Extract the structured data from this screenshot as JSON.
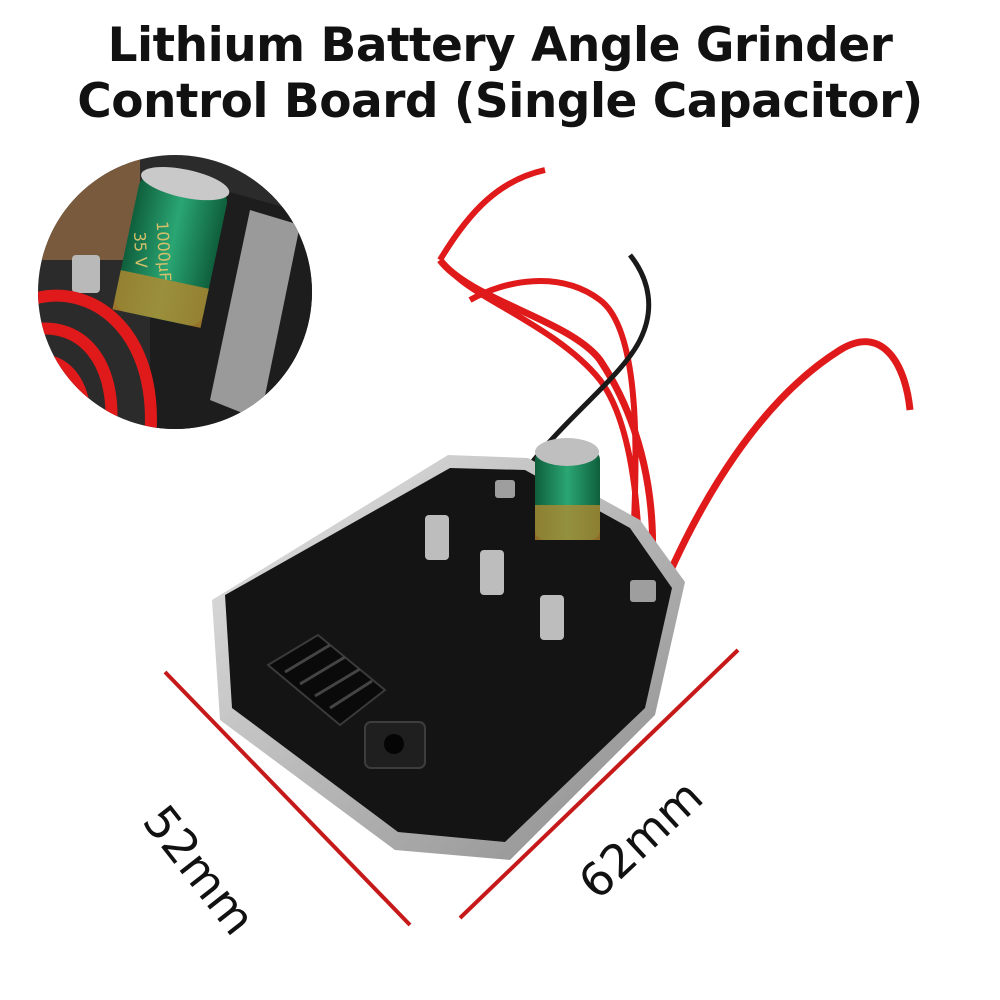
{
  "title": {
    "line1": "Lithium Battery Angle Grinder",
    "line2": "Control Board (Single Capacitor)"
  },
  "inset": {
    "capacitor_text_line1": "1000µF",
    "capacitor_text_line2": "35 V"
  },
  "dimensions": {
    "width_label": "52mm",
    "length_label": "62mm"
  },
  "colors": {
    "wire_red": "#e01a1a",
    "wire_black": "#1a1a1a",
    "board_black": "#141414",
    "frame_silver": "#c8c8c8",
    "capacitor_green": "#1f8c5a",
    "dimension_line": "#c61a1a"
  }
}
